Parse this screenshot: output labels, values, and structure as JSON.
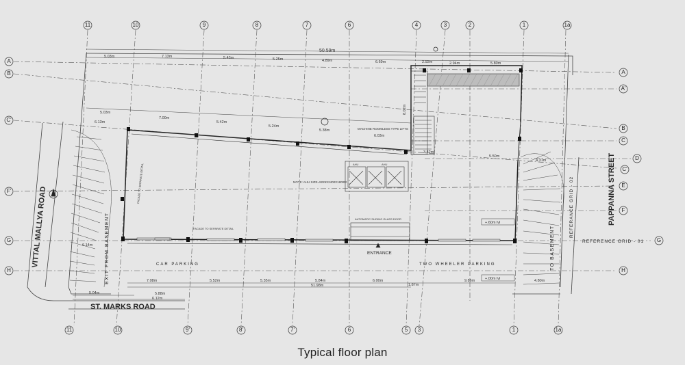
{
  "caption": "Typical floor plan",
  "grids": {
    "vertical_top": [
      "11",
      "10",
      "9",
      "8",
      "7",
      "6",
      "4",
      "3",
      "2",
      "1",
      "1a"
    ],
    "vertical_bottom": [
      "11",
      "10",
      "9'",
      "8'",
      "7'",
      "6",
      "5",
      "3",
      "1",
      "1a"
    ],
    "horizontal_left": [
      "A",
      "B",
      "C'",
      "F'",
      "G",
      "H"
    ],
    "horizontal_right": [
      "A",
      "A'",
      "B",
      "C",
      "D",
      "C'",
      "E",
      "F",
      "G",
      "H"
    ]
  },
  "roads": {
    "north_west": "VITTAL MALLYA ROAD",
    "south": "ST. MARKS ROAD",
    "east": "PAPPANNA STREET"
  },
  "reference": {
    "grid_01": "REFERENCE GRID - 01",
    "grid_02": "REFERANCE GRID - 02"
  },
  "labels": {
    "entrance": "ENTRANCE",
    "car_parking": "CAR PARKING",
    "two_wheeler_parking": "TWO WHEELER PARKING",
    "exit_from_basement": "EXIT FROM BASEMENT",
    "to_basement": "TO BASEMENT",
    "machine_room": "MACHINE ROOMLESS TYPE LIFTS",
    "ahu_note": "NOTE: AHU SIZE=9225X2400X1800M",
    "ahu": "AHU",
    "glass_door": "AUTOMATIC SLIDING GLASS DOOR",
    "facade_detail": "FACADE TO SEPARATE DETAIL",
    "level_1": "+.60m lvl",
    "level_2": "+.00m lvl"
  },
  "dimensions": {
    "overall": "50.59m",
    "top_row": [
      "5.03m",
      "7.13m",
      "5.43m",
      "5.25m",
      "4.89m",
      "6.69m",
      "2.92m",
      "2.94m",
      "5.80m"
    ],
    "second_row": [
      "5.03m",
      "7.00m",
      "5.42m",
      "5.24m",
      "5.38m",
      "6.03m"
    ],
    "bottom_row": [
      "7.08m",
      "5.52m",
      "5.35m",
      "5.84m",
      "6.00m",
      "9.86m",
      "4.80m"
    ],
    "bottom_overall": "51.98m",
    "left": [
      "6.13m",
      "6.14m",
      "5.04m",
      "5.88m",
      "6.12m",
      "1.87m"
    ],
    "misc": [
      "4.31m",
      "5.50m",
      "3.52m",
      "8.02m"
    ]
  }
}
